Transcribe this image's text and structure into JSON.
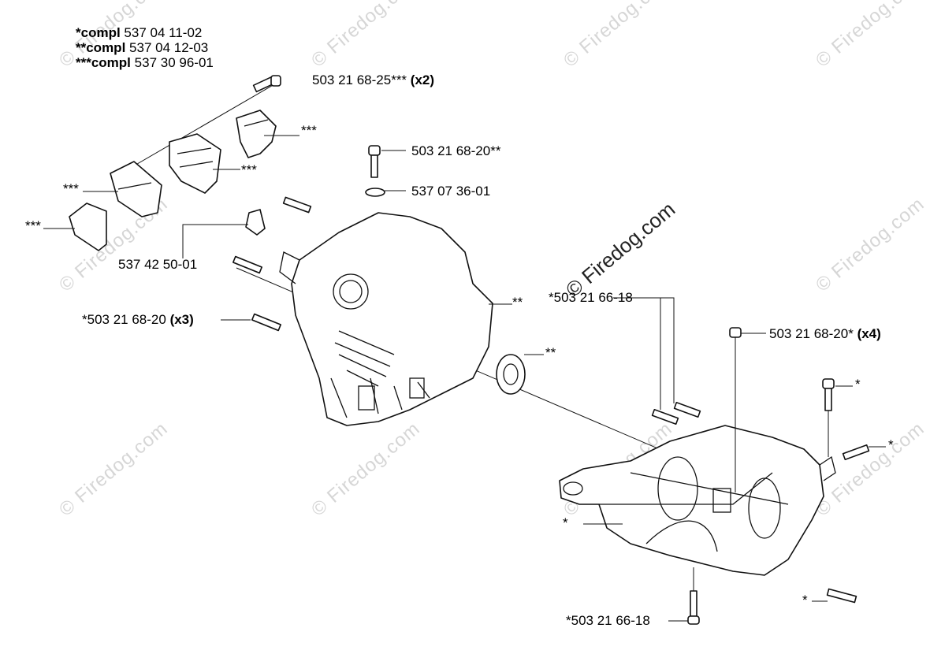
{
  "legend": [
    {
      "key": "*compl",
      "value": "537 04 11-02"
    },
    {
      "key": "**compl",
      "value": "537 04 12-03"
    },
    {
      "key": "***compl",
      "value": "537 30 96-01"
    }
  ],
  "labels": {
    "screw_top": {
      "text": "503 21 68-25***",
      "qty": "(x2)"
    },
    "star3_a": "***",
    "star3_b": "***",
    "star3_c": "***",
    "star3_d": "***",
    "screw_mid": "503 21 68-20**",
    "washer": "537 07 36-01",
    "part_537425": "537 42 50-01",
    "screw_left": {
      "text": "*503 21 68-20",
      "qty": "(x3)"
    },
    "star2_a": "**",
    "star2_b": "**",
    "screw_right_top": "*503 21 66-18",
    "screw_right": {
      "text": "503 21 68-20*",
      "qty": "(x4)"
    },
    "star1_a": "*",
    "star1_b": "*",
    "star1_c": "*",
    "star1_d": "*",
    "screw_bottom": "*503 21 66-18"
  },
  "watermark": {
    "text": "© Firedog.com",
    "brand": "© Firedog.com"
  }
}
